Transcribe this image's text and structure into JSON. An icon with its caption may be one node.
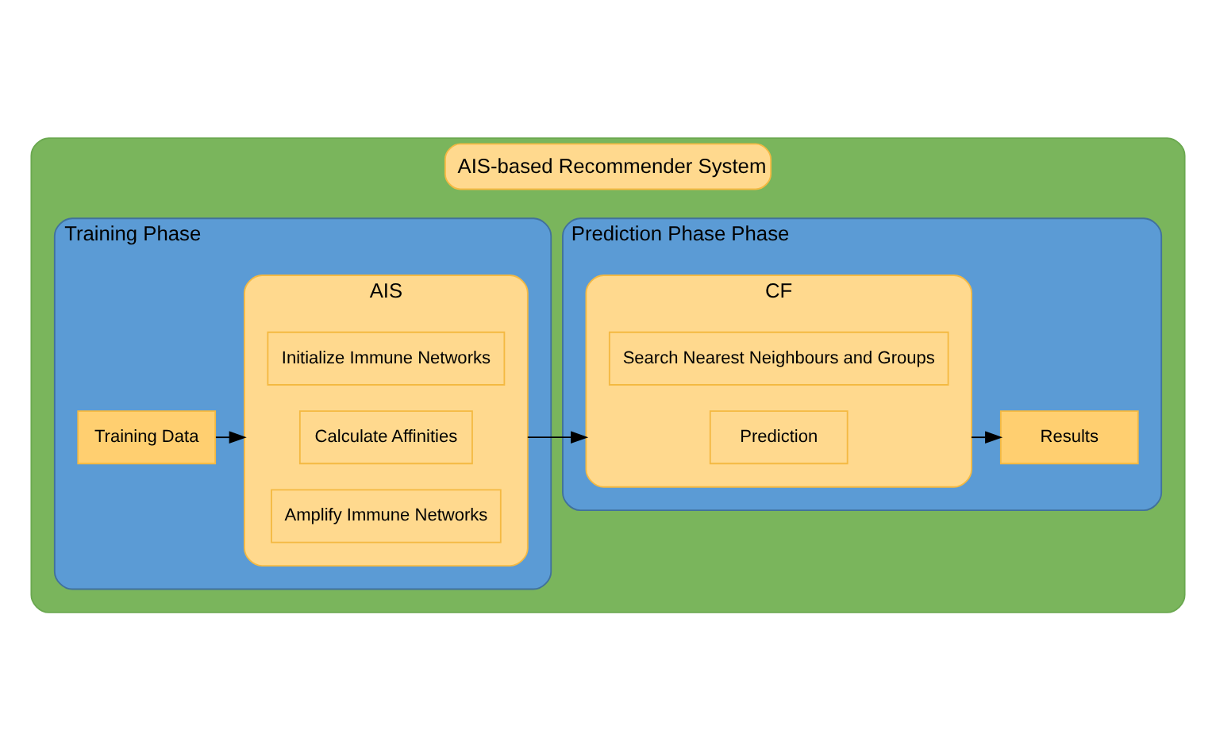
{
  "diagram": {
    "nodes": [
      {
        "text": [
          "AIS-based Recommender System"
        ]
      },
      {
        "text": [
          "Training Phase"
        ],
        "in": 0
      },
      {
        "text": [
          "Training Data"
        ],
        "in": 1
      },
      {
        "text": [
          "AIS"
        ],
        "in": 1
      },
      {
        "text": [
          "Initialize Immune Networks"
        ],
        "in": 3
      },
      {
        "text": [
          "Calculate Affinities"
        ],
        "in": 3
      },
      {
        "text": [
          "Amplify Immune Networks"
        ],
        "in": 3
      },
      {
        "text": [
          "Prediction Phase Phase"
        ],
        "in": 0
      },
      {
        "text": [
          "CF"
        ],
        "in": 7
      },
      {
        "text": [
          "Search Nearest Neighbours and Groups"
        ],
        "in": 8
      },
      {
        "text": [
          "Prediction"
        ],
        "in": 8
      },
      {
        "text": [
          "Results"
        ],
        "in": 7
      }
    ],
    "edges": [
      {
        "from": 2,
        "to": 3,
        "arrow": "to"
      },
      {
        "from": 3,
        "to": 8,
        "arrow": "to"
      },
      {
        "from": 8,
        "to": 11,
        "arrow": "to"
      }
    ]
  }
}
